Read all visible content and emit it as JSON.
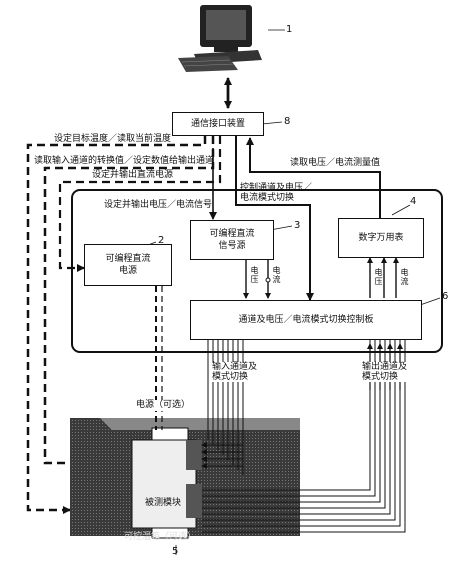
{
  "labels": {
    "num_1": "1",
    "num_2": "2",
    "num_3": "3",
    "num_4": "4",
    "num_5": "5",
    "num_6": "6",
    "num_8": "8",
    "comm_interface": "通信接口装置",
    "prog_power": "可编程直流\n电源",
    "prog_signal": "可编程直流\n信号源",
    "multimeter": "数字万用表",
    "switch_board": "通道及电压／电流模式切换控制板",
    "dut_module": "被测模块",
    "env_chamber": "可控温箱（可选）",
    "set_temp": "设定目标温度／读取当前温度",
    "read_input": "读取输入通道的转换值／设定数值给输出通道",
    "set_power": "设定并输出直流电源",
    "set_signal": "设定并输出电压／电流信号",
    "ctrl_channel": "控制通道及电压／\n电流模式切换",
    "read_meas": "读取电压／电流测量值",
    "input_switch": "输入通道及\n模式切换",
    "output_switch": "输出通道及\n模式切换",
    "power_optional": "电源（可选）",
    "sig_v": "电压",
    "sig_i": "电流",
    "meas_v": "电压",
    "meas_i": "电流"
  }
}
